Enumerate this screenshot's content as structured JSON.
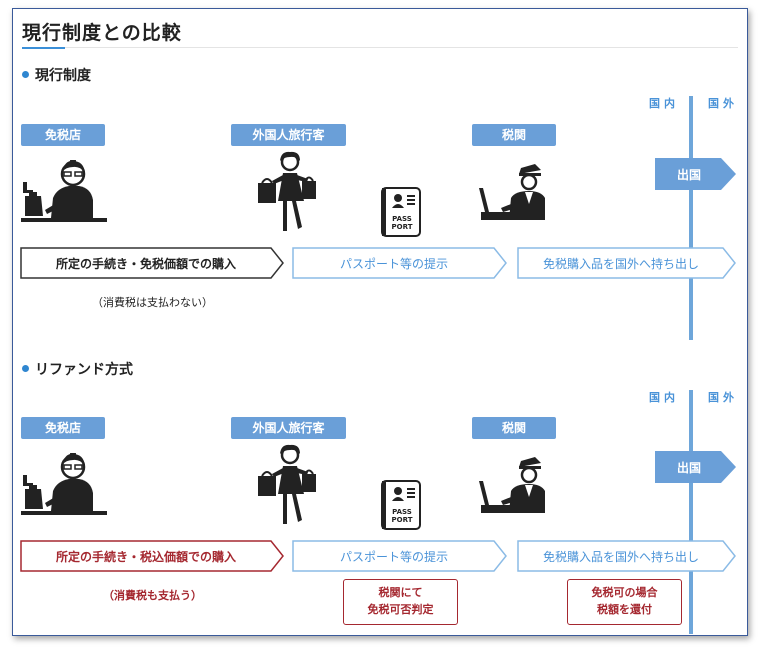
{
  "page_title": "現行制度との比較",
  "sections": [
    {
      "title": "現行制度",
      "zone_domestic": "国内",
      "zone_foreign": "国外",
      "tags": {
        "shop": "免税店",
        "tourist": "外国人旅行客",
        "customs": "税関"
      },
      "departure": "出国",
      "passport_text": [
        "PASS",
        "PORT"
      ],
      "steps": [
        "所定の手続き・免税価額での購入",
        "パスポート等の提示",
        "免税購入品を国外へ持ち出し"
      ],
      "note": "（消費税は支払わない）"
    },
    {
      "title": "リファンド方式",
      "zone_domestic": "国内",
      "zone_foreign": "国外",
      "tags": {
        "shop": "免税店",
        "tourist": "外国人旅行客",
        "customs": "税関"
      },
      "departure": "出国",
      "passport_text": [
        "PASS",
        "PORT"
      ],
      "steps": [
        "所定の手続き・税込価額での購入",
        "パスポート等の提示",
        "免税購入品を国外へ持ち出し"
      ],
      "note": "（消費税も支払う）",
      "customs_box": [
        "税関にて",
        "免税可否判定"
      ],
      "refund_box": [
        "免税可の場合",
        "税額を還付"
      ]
    }
  ],
  "colors": {
    "accent_blue": "#6a9fd8",
    "light_blue": "#8bbbe6",
    "dark_red": "#a52830",
    "border_blue": "#6ea6da"
  },
  "icons": [
    "shop-clerk-icon",
    "tourist-shopping-icon",
    "passport-icon",
    "customs-officer-icon"
  ]
}
